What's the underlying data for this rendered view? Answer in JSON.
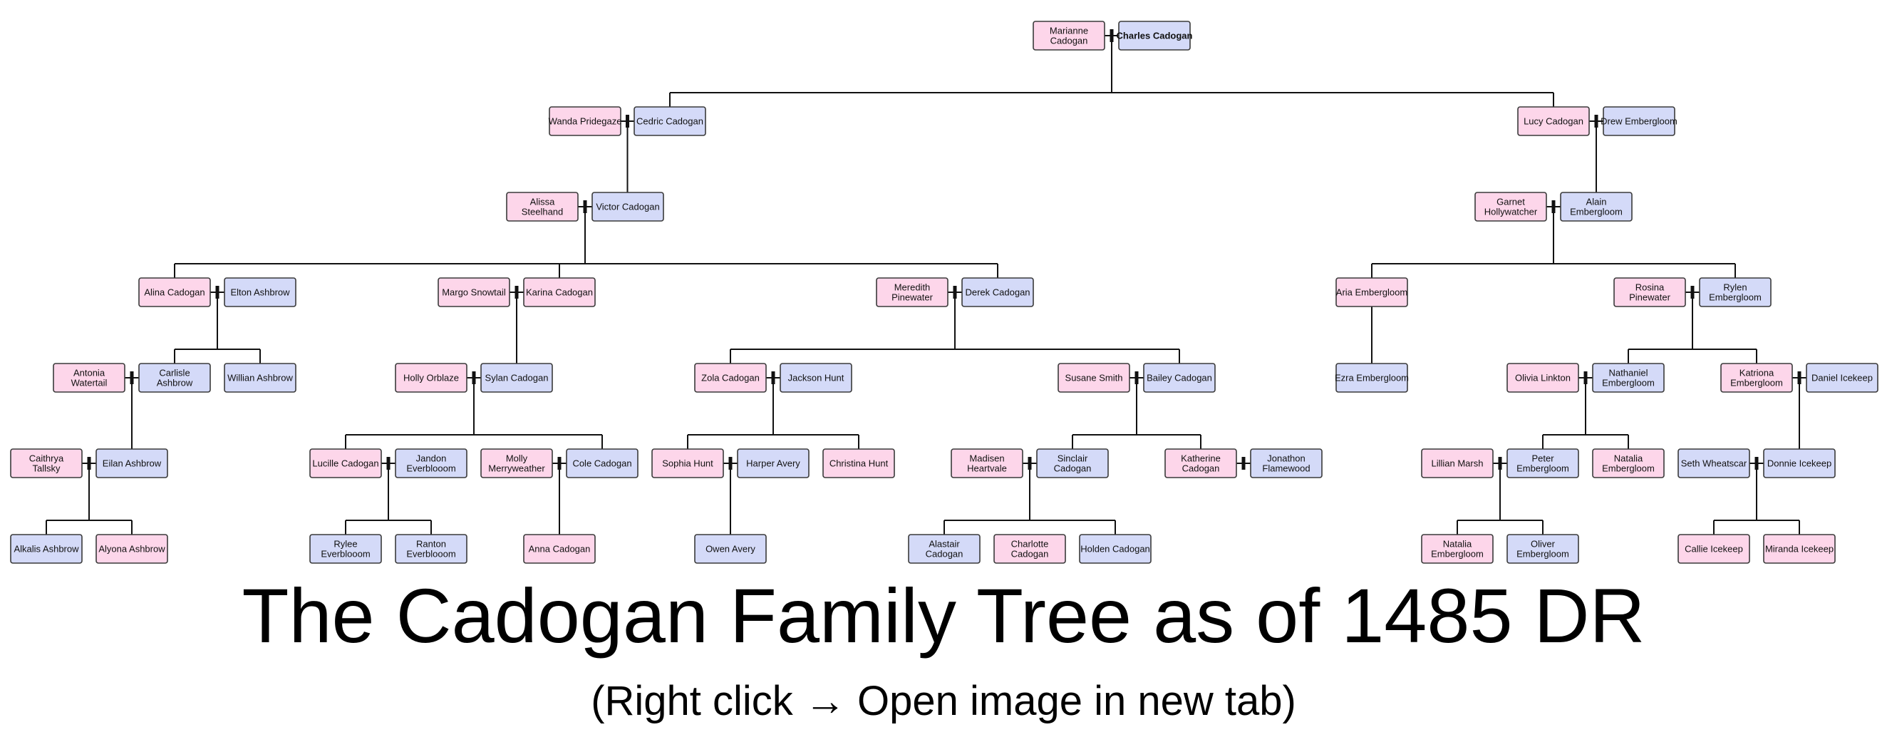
{
  "title": "The Cadogan Family Tree as of 1485 DR",
  "subtitle": "(Right click → Open image in new tab)",
  "colors": {
    "female": "#fdd6ea",
    "male": "#d4daf8",
    "border": "#3a3a3a",
    "line": "#111111"
  },
  "people": {
    "marianne": {
      "name": "Marianne Cadogan",
      "sex": "f"
    },
    "charles": {
      "name": "Charles Cadogan",
      "sex": "m",
      "bold": true
    },
    "wanda": {
      "name": "Wanda Pridegaze",
      "sex": "f"
    },
    "cedric": {
      "name": "Cedric Cadogan",
      "sex": "m"
    },
    "lucy": {
      "name": "Lucy Cadogan",
      "sex": "f"
    },
    "drew": {
      "name": "Drew Embergloom",
      "sex": "m"
    },
    "alissa": {
      "name": "Alissa Steelhand",
      "sex": "f"
    },
    "victor": {
      "name": "Victor Cadogan",
      "sex": "m"
    },
    "garnet": {
      "name": "Garnet Hollywatcher",
      "sex": "f"
    },
    "alain": {
      "name": "Alain Emberglo​om",
      "sex": "m"
    },
    "alina": {
      "name": "Alina Cadogan",
      "sex": "f"
    },
    "elton": {
      "name": "Elton Ashbrow",
      "sex": "m"
    },
    "margo": {
      "name": "Margo Snowtail",
      "sex": "f"
    },
    "karina": {
      "name": "Karina Cadogan",
      "sex": "f"
    },
    "meredith": {
      "name": "Meredith Pinewater",
      "sex": "f"
    },
    "derek": {
      "name": "Derek Cadogan",
      "sex": "m"
    },
    "aria": {
      "name": "Aria Emberglo​om",
      "sex": "f"
    },
    "rosina": {
      "name": "Rosina Pinewater",
      "sex": "f"
    },
    "rylen": {
      "name": "Rylen Emberglo​om",
      "sex": "m"
    },
    "antonia": {
      "name": "Antonia Watertail",
      "sex": "f"
    },
    "carlisle": {
      "name": "Carlisle Ashbrow",
      "sex": "m"
    },
    "willian": {
      "name": "Willian Ashbrow",
      "sex": "m"
    },
    "holly": {
      "name": "Holly Orblaze",
      "sex": "f"
    },
    "sylan": {
      "name": "Sylan Cadogan",
      "sex": "m"
    },
    "zola": {
      "name": "Zola Cadogan",
      "sex": "f"
    },
    "jackson": {
      "name": "Jackson Hunt",
      "sex": "m"
    },
    "susane": {
      "name": "Susane Smith",
      "sex": "f"
    },
    "bailey": {
      "name": "Bailey Cadogan",
      "sex": "m"
    },
    "ezra": {
      "name": "Ezra Emberglo​om",
      "sex": "m"
    },
    "olivia": {
      "name": "Olivia Linkton",
      "sex": "f"
    },
    "nathaniel": {
      "name": "Nathaniel Emberglo​om",
      "sex": "m"
    },
    "katriona": {
      "name": "Katriona Emberglo​om",
      "sex": "f"
    },
    "daniel": {
      "name": "Daniel Icekeep",
      "sex": "m"
    },
    "caithrya": {
      "name": "Caithrya Tallsky",
      "sex": "f"
    },
    "eilan": {
      "name": "Eilan Ashbrow",
      "sex": "m"
    },
    "lucille": {
      "name": "Lucille Cadogan",
      "sex": "f"
    },
    "jandon": {
      "name": "Jandon Everbloo​om",
      "sex": "m"
    },
    "molly": {
      "name": "Molly Merryweather",
      "sex": "f"
    },
    "cole": {
      "name": "Cole Cadogan",
      "sex": "m"
    },
    "sophia": {
      "name": "Sophia Hunt",
      "sex": "f"
    },
    "harper": {
      "name": "Harper Avery",
      "sex": "m"
    },
    "christina": {
      "name": "Christina Hunt",
      "sex": "f"
    },
    "madisen": {
      "name": "Madisen Heartvale",
      "sex": "f"
    },
    "sinclair": {
      "name": "Sinclair Cadogan",
      "sex": "m"
    },
    "katherine": {
      "name": "Katherine Cadogan",
      "sex": "f"
    },
    "jonathon": {
      "name": "Jonathon Flamewood",
      "sex": "m"
    },
    "lillian": {
      "name": "Lillian Marsh",
      "sex": "f"
    },
    "peter": {
      "name": "Peter Emberglo​om",
      "sex": "m"
    },
    "natalia1": {
      "name": "Natalia Emberglo​om",
      "sex": "f"
    },
    "seth": {
      "name": "Seth Wheatscar",
      "sex": "m"
    },
    "donnie": {
      "name": "Donnie Icekeep",
      "sex": "m"
    },
    "alkalis": {
      "name": "Alkalis Ashbrow",
      "sex": "m"
    },
    "alyona": {
      "name": "Alyona Ashbrow",
      "sex": "f"
    },
    "rylee": {
      "name": "Rylee Everbloo​om",
      "sex": "m"
    },
    "ranton": {
      "name": "Ranton Everbloo​om",
      "sex": "m"
    },
    "anna": {
      "name": "Anna Cadogan",
      "sex": "f"
    },
    "owen": {
      "name": "Owen Avery",
      "sex": "m"
    },
    "alastair": {
      "name": "Alastair Cadogan",
      "sex": "m"
    },
    "charlotte": {
      "name": "Charlotte Cadogan",
      "sex": "f"
    },
    "holden": {
      "name": "Holden Cadogan",
      "sex": "m"
    },
    "natalia2": {
      "name": "Natalia Emberglo​om",
      "sex": "f"
    },
    "oliver": {
      "name": "Oliver Emberglo​om",
      "sex": "m"
    },
    "callie": {
      "name": "Callie Icekeep",
      "sex": "f"
    },
    "miranda": {
      "name": "Miranda Icekeep",
      "sex": "f"
    }
  },
  "couples": [
    {
      "a": "marianne",
      "b": "charles",
      "children": [
        "cedric",
        "lucy"
      ]
    },
    {
      "a": "wanda",
      "b": "cedric",
      "children": [
        "victor"
      ]
    },
    {
      "a": "lucy",
      "b": "drew",
      "children": [
        "alain"
      ]
    },
    {
      "a": "alissa",
      "b": "victor",
      "children": [
        "alina",
        "karina",
        "derek"
      ]
    },
    {
      "a": "garnet",
      "b": "alain",
      "children": [
        "aria",
        "rylen"
      ]
    },
    {
      "a": "alina",
      "b": "elton",
      "children": [
        "carlisle",
        "willian"
      ]
    },
    {
      "a": "margo",
      "b": "karina",
      "children": [
        "sylan"
      ]
    },
    {
      "a": "meredith",
      "b": "derek",
      "children": [
        "zola",
        "bailey"
      ]
    },
    {
      "a": "aria",
      "b": null,
      "children": [
        "ezra"
      ]
    },
    {
      "a": "rosina",
      "b": "rylen",
      "children": [
        "nathaniel",
        "katriona"
      ]
    },
    {
      "a": "antonia",
      "b": "carlisle",
      "children": [
        "eilan"
      ]
    },
    {
      "a": "holly",
      "b": "sylan",
      "children": [
        "lucille",
        "cole"
      ]
    },
    {
      "a": "zola",
      "b": "jackson",
      "children": [
        "sophia",
        "christina"
      ]
    },
    {
      "a": "susane",
      "b": "bailey",
      "children": [
        "sinclair",
        "katherine"
      ]
    },
    {
      "a": "olivia",
      "b": "nathaniel",
      "children": [
        "peter",
        "natalia1"
      ]
    },
    {
      "a": "katriona",
      "b": "daniel",
      "children": [
        "donnie"
      ]
    },
    {
      "a": "caithrya",
      "b": "eilan",
      "children": [
        "alkalis",
        "alyona"
      ]
    },
    {
      "a": "lucille",
      "b": "jandon",
      "children": [
        "rylee",
        "ranton"
      ]
    },
    {
      "a": "molly",
      "b": "cole",
      "children": [
        "anna"
      ]
    },
    {
      "a": "sophia",
      "b": "harper",
      "children": [
        "owen"
      ]
    },
    {
      "a": "madisen",
      "b": "sinclair",
      "children": [
        "alastair",
        "holden"
      ]
    },
    {
      "a": "katherine",
      "b": "jonathon",
      "children": []
    },
    {
      "a": "lillian",
      "b": "peter",
      "children": [
        "natalia2",
        "oliver"
      ]
    },
    {
      "a": "seth",
      "b": "donnie",
      "children": [
        "callie",
        "miranda"
      ]
    }
  ]
}
